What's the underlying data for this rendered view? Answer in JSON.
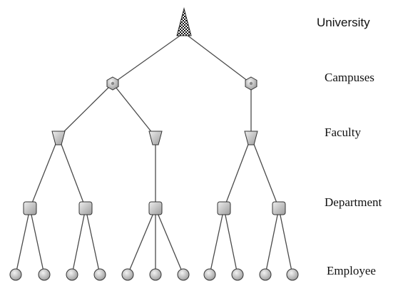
{
  "levels": {
    "university": "University",
    "campuses": "Campuses",
    "faculty": "Faculty",
    "department": "Department",
    "employee": "Employee"
  },
  "colors": {
    "edge": "#4a4a4a",
    "node_fill": "#d0d0d0",
    "node_stroke": "#333333",
    "text": "#111111"
  }
}
